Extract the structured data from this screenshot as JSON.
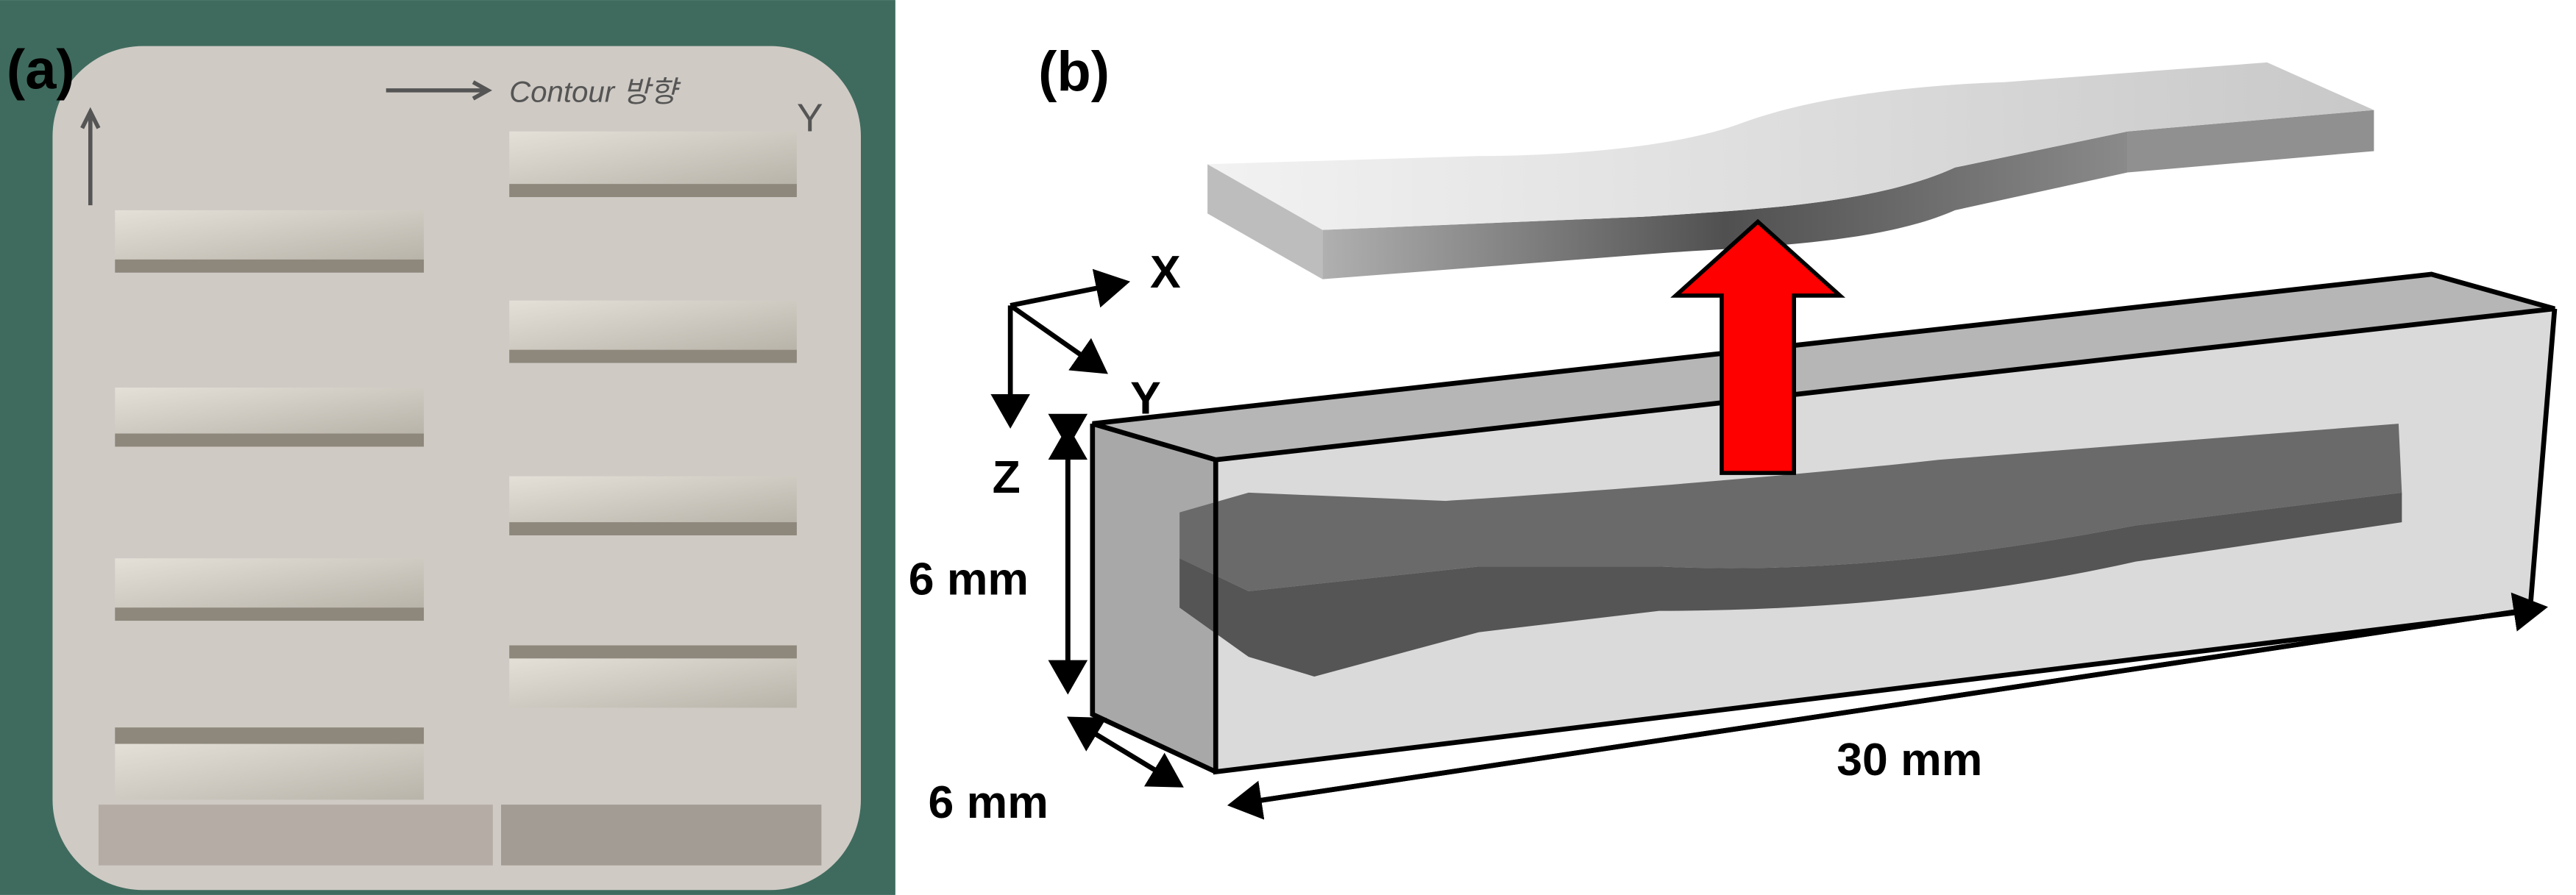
{
  "panel_a": {
    "label": "(a)",
    "handwriting": [
      "Contour 방향",
      "Y"
    ],
    "specimen_count": 8
  },
  "panel_b": {
    "label": "(b)",
    "axes": {
      "x": "X",
      "y": "Y",
      "z": "Z"
    },
    "dimensions": {
      "height": "6 mm",
      "depth": "6 mm",
      "length": "30 mm"
    },
    "colors": {
      "arrow": "#ff0000",
      "box": "#b8b8b8",
      "specimen": "#555555"
    }
  }
}
